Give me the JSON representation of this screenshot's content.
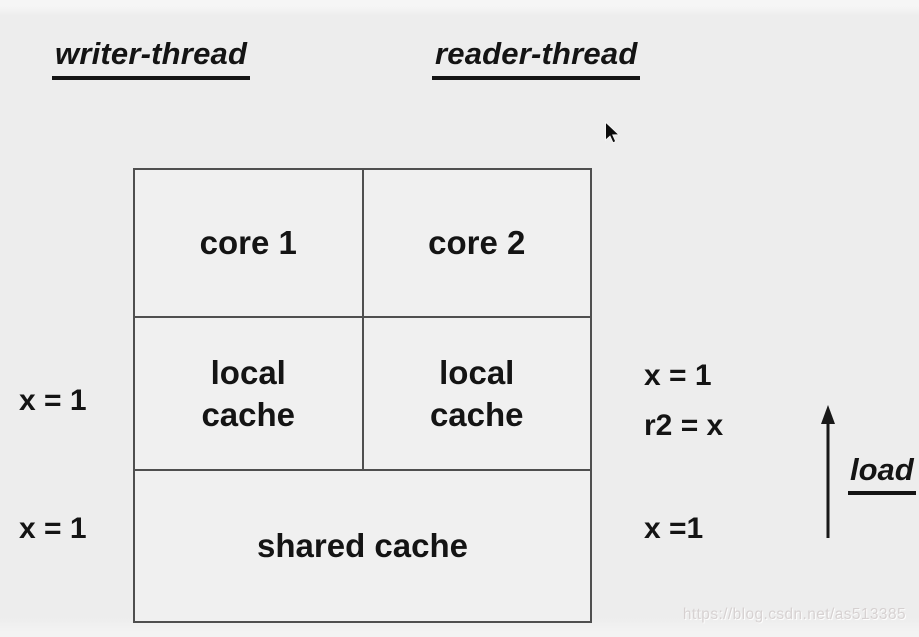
{
  "headers": {
    "writer": "writer-thread",
    "reader": "reader-thread"
  },
  "diagram": {
    "row1": [
      "core 1",
      "core 2"
    ],
    "row2": [
      "local cache",
      "local cache"
    ],
    "row3": "shared cache"
  },
  "annotations": {
    "writer_local": "x = 1",
    "writer_shared": "x = 1",
    "reader_local_1": "x = 1",
    "reader_local_2": "r2 = x",
    "reader_shared": "x =1",
    "arrow_label": "load"
  },
  "watermark": "https://blog.csdn.net/as513385",
  "colors": {
    "page_background": "#ededed",
    "table_background": "#f0f0f0",
    "table_border": "#4f4f4f",
    "text": "#141414",
    "watermark_text": "#c6bfbf"
  }
}
